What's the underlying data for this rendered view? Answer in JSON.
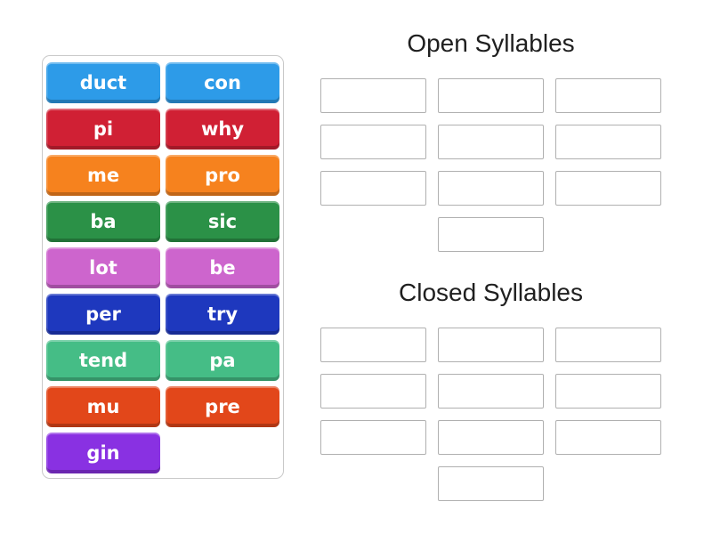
{
  "activity": {
    "word_bank": {
      "tiles": [
        {
          "label": "duct",
          "color": "#2D9BE8"
        },
        {
          "label": "con",
          "color": "#2D9BE8"
        },
        {
          "label": "pi",
          "color": "#D02034"
        },
        {
          "label": "why",
          "color": "#D02034"
        },
        {
          "label": "me",
          "color": "#F6821E"
        },
        {
          "label": "pro",
          "color": "#F6821E"
        },
        {
          "label": "ba",
          "color": "#2B9147"
        },
        {
          "label": "sic",
          "color": "#2B9147"
        },
        {
          "label": "lot",
          "color": "#CD65CD"
        },
        {
          "label": "be",
          "color": "#CD65CD"
        },
        {
          "label": "per",
          "color": "#1E38BE"
        },
        {
          "label": "try",
          "color": "#1E38BE"
        },
        {
          "label": "tend",
          "color": "#45BD86"
        },
        {
          "label": "pa",
          "color": "#45BD86"
        },
        {
          "label": "mu",
          "color": "#E2471A"
        },
        {
          "label": "pre",
          "color": "#E2471A"
        },
        {
          "label": "gin",
          "color": "#8931E2"
        }
      ]
    },
    "groups": [
      {
        "title": "Open Syllables",
        "slot_count": 10
      },
      {
        "title": "Closed Syllables",
        "slot_count": 10
      }
    ],
    "colors": {
      "page_background": "#ffffff",
      "panel_border": "#c9c9c9",
      "slot_border": "#b0b0b0",
      "title_text": "#1f1f1f",
      "tile_text": "#ffffff"
    }
  }
}
